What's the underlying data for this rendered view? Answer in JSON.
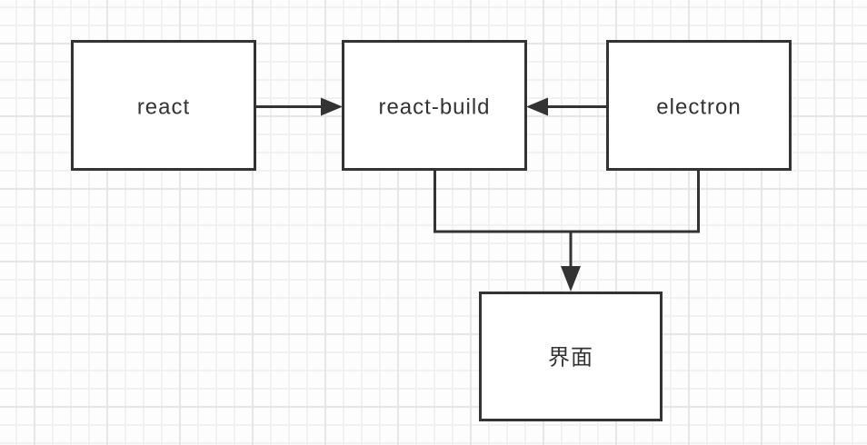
{
  "diagram": {
    "type": "flowchart",
    "nodes": {
      "react": {
        "label": "react"
      },
      "react_build": {
        "label": "react-build"
      },
      "electron": {
        "label": "electron"
      },
      "ui": {
        "label": "界面"
      }
    },
    "edges": [
      {
        "from": "react",
        "to": "react_build"
      },
      {
        "from": "electron",
        "to": "react_build"
      },
      {
        "from": "react_build",
        "to": "ui"
      },
      {
        "from": "electron",
        "to": "ui"
      }
    ],
    "colors": {
      "stroke": "#333333",
      "text": "#333333",
      "node_fill": "#ffffff",
      "background": "#fdfdfd",
      "grid_minor": "#f2f2f2",
      "grid_major": "#e6e6e6"
    }
  }
}
